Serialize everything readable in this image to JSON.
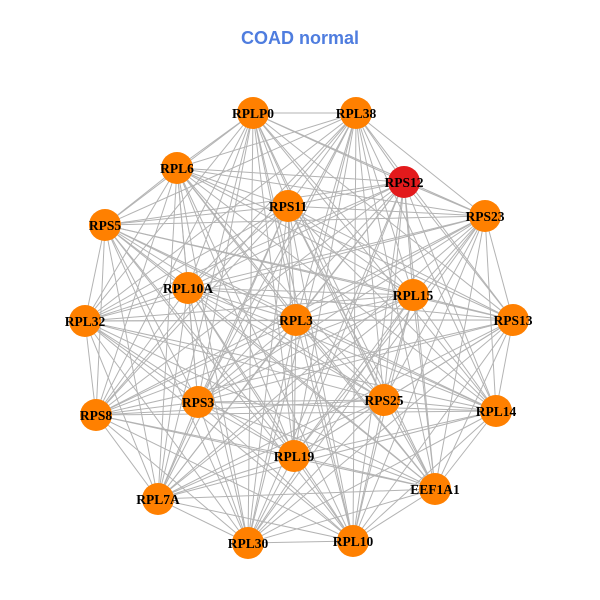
{
  "title": "COAD normal",
  "colors": {
    "node_default": "#ff8000",
    "node_highlight": "#e31a1c",
    "edge": "#b3b3b3",
    "title": "#4f7ddf"
  },
  "nodes": [
    {
      "id": "RPLP0",
      "highlight": false
    },
    {
      "id": "RPL38",
      "highlight": false
    },
    {
      "id": "RPL6",
      "highlight": false
    },
    {
      "id": "RPS12",
      "highlight": true
    },
    {
      "id": "RPS11",
      "highlight": false
    },
    {
      "id": "RPS5",
      "highlight": false
    },
    {
      "id": "RPS23",
      "highlight": false
    },
    {
      "id": "RPL10A",
      "highlight": false
    },
    {
      "id": "RPL15",
      "highlight": false
    },
    {
      "id": "RPL32",
      "highlight": false
    },
    {
      "id": "RPL3",
      "highlight": false
    },
    {
      "id": "RPS13",
      "highlight": false
    },
    {
      "id": "RPS3",
      "highlight": false
    },
    {
      "id": "RPS25",
      "highlight": false
    },
    {
      "id": "RPS8",
      "highlight": false
    },
    {
      "id": "RPL14",
      "highlight": false
    },
    {
      "id": "RPL19",
      "highlight": false
    },
    {
      "id": "RPL7A",
      "highlight": false
    },
    {
      "id": "EEF1A1",
      "highlight": false
    },
    {
      "id": "RPL30",
      "highlight": false
    },
    {
      "id": "RPL10",
      "highlight": false
    }
  ],
  "edges": "complete"
}
